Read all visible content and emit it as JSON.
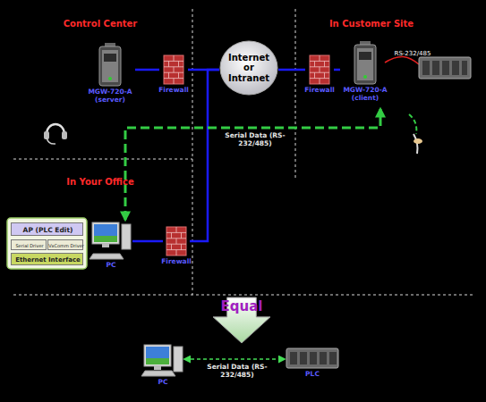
{
  "diagram": {
    "nodes": [
      {
        "text": [
          "MGW-720-A (server)"
        ]
      },
      {
        "text": [
          "Firewall"
        ]
      },
      {
        "text": [
          "Internet or Intranet"
        ]
      },
      {
        "text": [
          "Firewall"
        ]
      },
      {
        "text": [
          "MGW-720-A (client)"
        ]
      },
      {
        "text": [
          "AP (PLC Edit)"
        ]
      },
      {
        "text": [
          "Serial Driver"
        ]
      },
      {
        "text": [
          "VxComm Driver"
        ]
      },
      {
        "text": [
          "Ethernet Interface"
        ]
      },
      {
        "text": [
          "PC"
        ]
      },
      {
        "text": [
          "Firewall"
        ]
      },
      {
        "text": [
          "Equal"
        ]
      },
      {
        "text": [
          "PC"
        ]
      },
      {
        "text": [
          "PLC"
        ]
      }
    ],
    "edges": [
      {
        "from": 0,
        "to": 1,
        "arrow": "none"
      },
      {
        "from": 1,
        "to": 2,
        "arrow": "none"
      },
      {
        "from": 2,
        "to": 3,
        "arrow": "none"
      },
      {
        "from": 3,
        "to": 4,
        "arrow": "none"
      },
      {
        "from": 9,
        "to": 10,
        "arrow": "none"
      },
      {
        "from": 10,
        "to": 2,
        "arrow": "none"
      },
      {
        "from": 9,
        "to": 4,
        "arrow": "both",
        "label": "Serial Data (RS-232/485)"
      },
      {
        "from": 12,
        "to": 13,
        "arrow": "both",
        "label": "Serial Data (RS-232/485)"
      }
    ],
    "labels": [
      "Control Center",
      "In Customer Site",
      "In Your Office",
      "RS-232/485"
    ]
  }
}
